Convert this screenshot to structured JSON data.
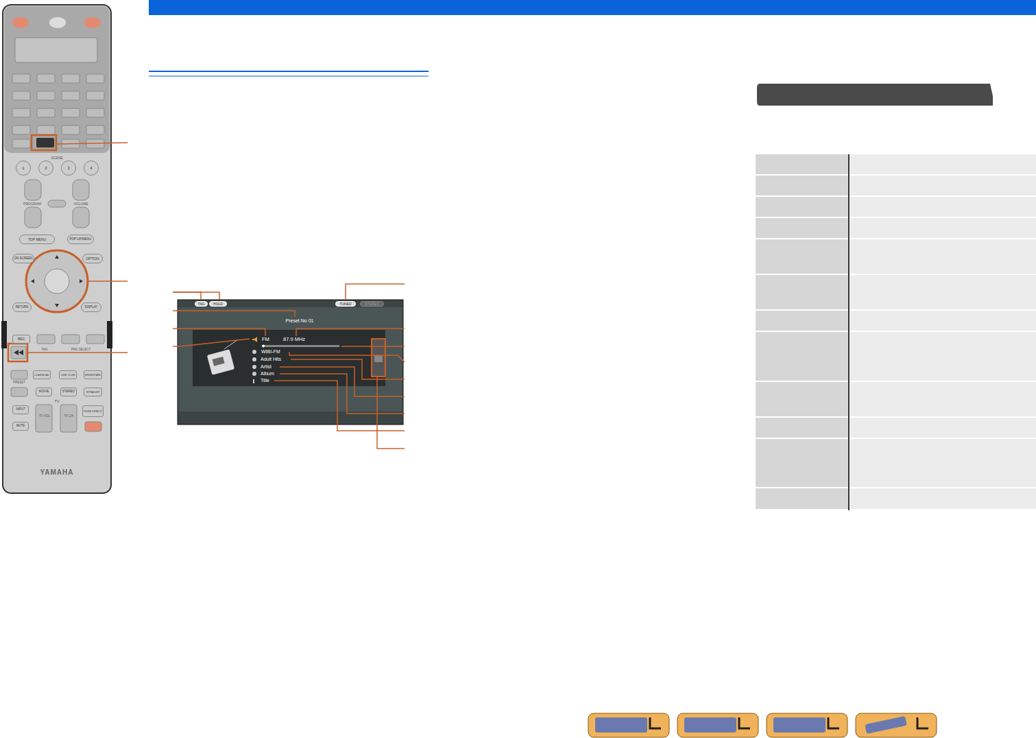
{
  "diagram": {
    "nodes": [
      {
        "text": [
          "1"
        ]
      },
      {
        "text": [
          "2"
        ]
      },
      {
        "text": [
          "3"
        ]
      },
      {
        "text": [
          "4"
        ]
      },
      {
        "text": [
          "TOP MENU"
        ]
      },
      {
        "text": [
          "POP-UP/MENU"
        ]
      },
      {
        "text": [
          "ON SCREEN"
        ]
      },
      {
        "text": [
          "OPTION"
        ]
      },
      {
        "text": [
          "RETURN"
        ]
      },
      {
        "text": [
          "DISPLAY"
        ]
      },
      {
        "text": [
          "REC"
        ]
      },
      {
        "text": [
          "CLASSICAL"
        ]
      },
      {
        "text": [
          "LIVE CLUB"
        ]
      },
      {
        "text": [
          "ENTERTAIN"
        ]
      },
      {
        "text": [
          "MOVIE"
        ]
      },
      {
        "text": [
          "STEREO"
        ]
      },
      {
        "text": [
          "STRAIGHT"
        ]
      },
      {
        "text": [
          "INPUT"
        ]
      },
      {
        "text": [
          "PURE DIRECT"
        ]
      },
      {
        "text": [
          "MUTE"
        ]
      },
      {
        "text": [
          "TAG"
        ]
      },
      {
        "text": [
          "HOLD"
        ]
      },
      {
        "text": [
          "TUNED"
        ]
      },
      {
        "text": [
          "STEREO"
        ]
      }
    ],
    "labels": [
      "SCENE",
      "PROGRAM",
      "VOLUME",
      "TAG",
      "PRG SELECT",
      "PRESET",
      "TV",
      "TV VOL",
      "TV CH",
      "YAMAHA",
      "Preset No 01",
      "FM",
      "87.9 MHz",
      "WIBI-FM",
      "Adult Hits",
      "Artist",
      "Album",
      "Title"
    ]
  }
}
